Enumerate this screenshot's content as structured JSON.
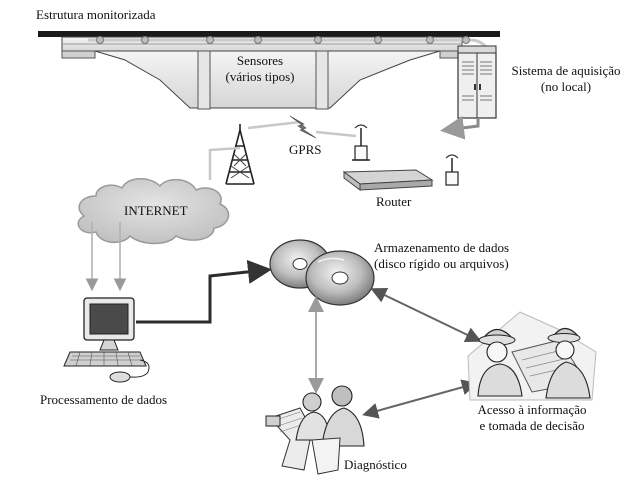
{
  "labels": {
    "structure": "Estrutura monitorizada",
    "sensors_line1": "Sensores",
    "sensors_line2": "(vários tipos)",
    "acquisition_line1": "Sistema de aquisição",
    "acquisition_line2": "(no local)",
    "gprs": "GPRS",
    "router": "Router",
    "internet": "INTERNET",
    "storage_line1": "Armazenamento de dados",
    "storage_line2": "(disco rígido ou arquivos)",
    "processing": "Processamento de dados",
    "access_line1": "Acesso à informação",
    "access_line2": "e tomada de decisão",
    "diagnostic": "Diagnóstico"
  }
}
